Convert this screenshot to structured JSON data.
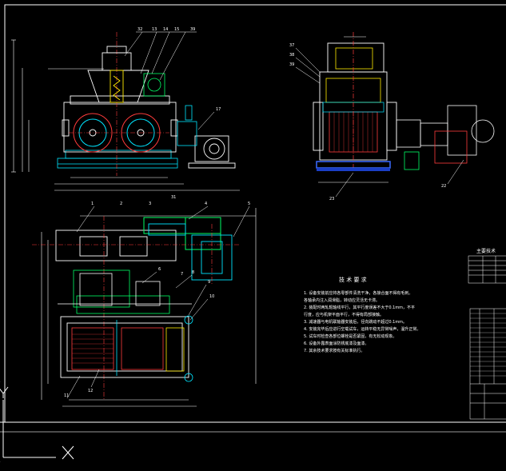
{
  "drawing": {
    "title_box": {
      "heading": "主要技术"
    },
    "requirements": {
      "heading": "技 术 要 求",
      "items": [
        "1. 设备安装前应将各零部件清洗干净，各接合面不得有毛刺。",
        "   各轴承内注入润滑脂，转动应灵活无卡滞。",
        "2. 装配时两轧辊轴线平行，其平行度误差不大于0.1mm，不平",
        "   行度，应与机架平面平行，不得有局部接触。",
        "3. 减速器与电机联轴器安装后，径向跳动不超过0.1mm。",
        "4. 安装完毕后应进行空载试车，运转平稳无异常噪声，温升正常。",
        "5. 试车时检查各部位螺栓是否紧固，有无松动现象。",
        "6. 设备外露表面涂防锈底漆及面漆。",
        "7. 其余技术要求按有关标准执行。"
      ]
    },
    "ucs": {
      "y_label": "Y",
      "x_label": "X"
    },
    "leaders": {
      "front": [
        "32",
        "13",
        "14",
        "15",
        "39",
        "17",
        "31"
      ],
      "side": [
        "37",
        "38",
        "39",
        "23",
        "22"
      ],
      "plan": [
        "1",
        "2",
        "3",
        "4",
        "5",
        "6",
        "7",
        "8",
        "9",
        "10",
        "11",
        "12"
      ]
    }
  }
}
